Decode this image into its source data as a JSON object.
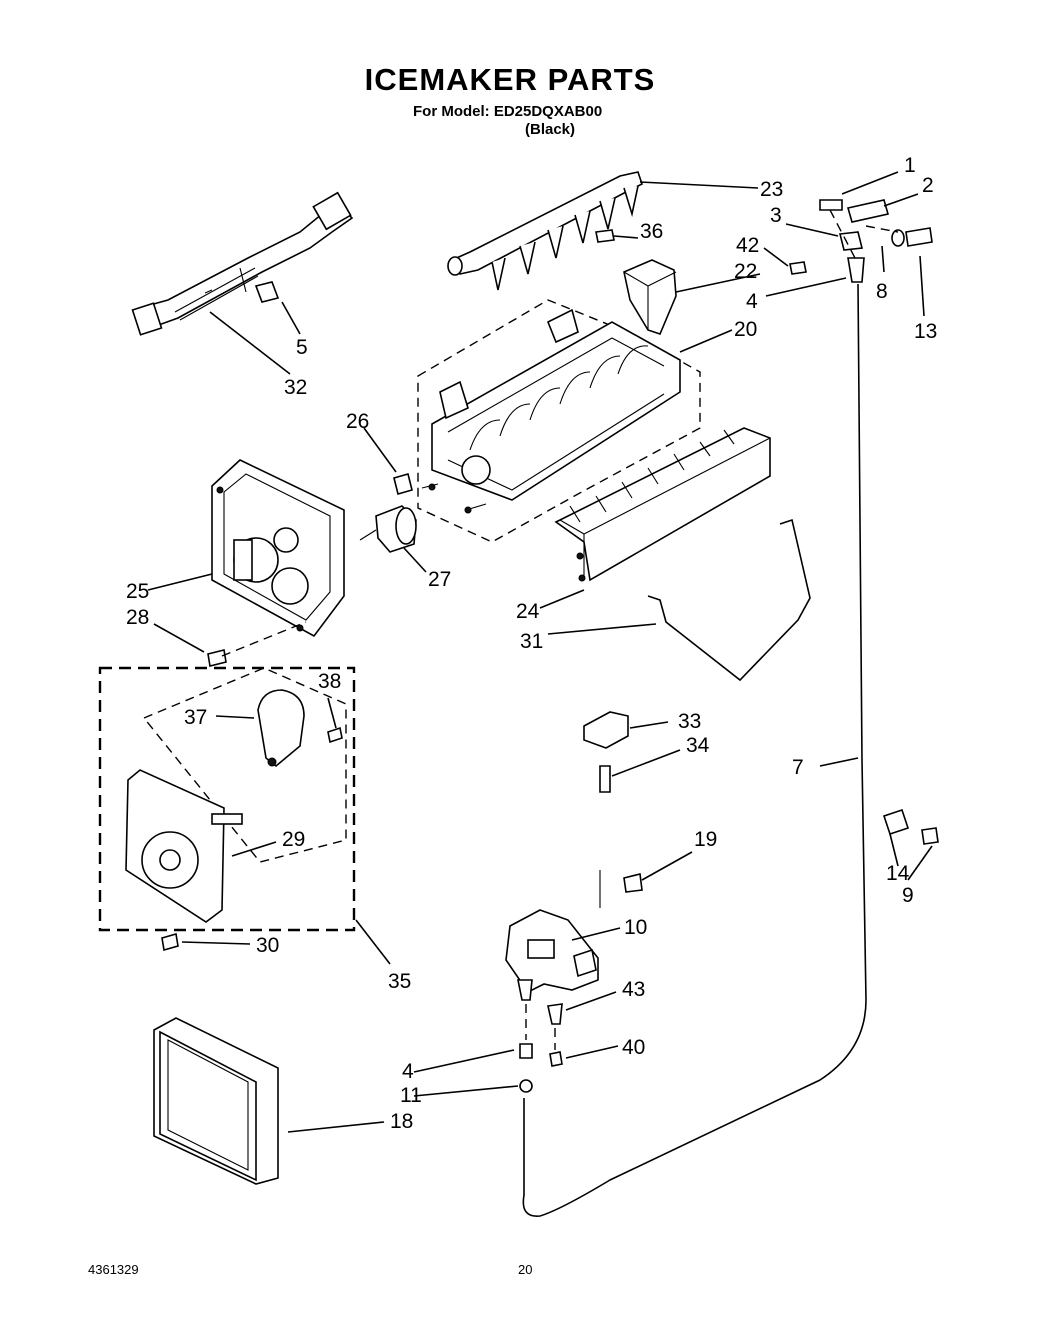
{
  "header": {
    "title": "ICEMAKER PARTS",
    "model_line": "For Model: ED25DQXAB00",
    "color_line": "(Black)"
  },
  "footer": {
    "doc_number": "4361329",
    "page_number": "20"
  },
  "callouts": [
    "1",
    "2",
    "3",
    "42",
    "4",
    "8",
    "13",
    "23",
    "36",
    "22",
    "20",
    "5",
    "32",
    "26",
    "25",
    "27",
    "28",
    "24",
    "31",
    "38",
    "37",
    "29",
    "30",
    "35",
    "33",
    "34",
    "7",
    "14",
    "9",
    "19",
    "10",
    "43",
    "4",
    "40",
    "11",
    "18"
  ]
}
